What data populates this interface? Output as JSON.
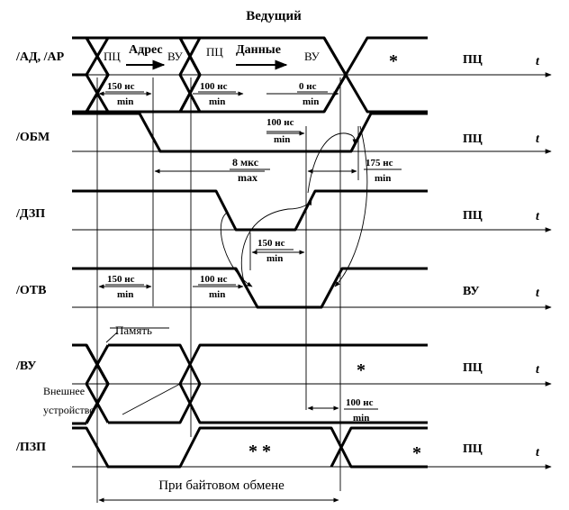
{
  "title": "Ведущий",
  "signals": {
    "ad": {
      "label": "/АД, /АР",
      "right": "ПЦ",
      "t": "t"
    },
    "obm": {
      "label": "/ОБМ",
      "right": "ПЦ",
      "t": "t"
    },
    "dzp": {
      "label": "/ДЗП",
      "right": "ПЦ",
      "t": "t"
    },
    "otv": {
      "label": "/ОТВ",
      "right": "ВУ",
      "t": "t"
    },
    "vu": {
      "label": "/ВУ",
      "right": "ПЦ",
      "t": "t"
    },
    "pzp": {
      "label": "/ПЗП",
      "right": "ПЦ",
      "t": "t"
    }
  },
  "ad_bus": {
    "pc1": "ПЦ",
    "adres": "Адрес",
    "vu1": "ВУ",
    "pc2": "ПЦ",
    "dannye": "Данные",
    "vu2": "ВУ",
    "star": "*"
  },
  "timings": {
    "t150a": {
      "v": "150 нс",
      "m": "min"
    },
    "t100a": {
      "v": "100 нс",
      "m": "min"
    },
    "t0": {
      "v": "0 нс",
      "m": "min"
    },
    "t100b": {
      "v": "100 нс",
      "m": "min"
    },
    "t8": {
      "v": "8 мкс",
      "m": "max"
    },
    "t175": {
      "v": "175 нс",
      "m": "min"
    },
    "t150b": {
      "v": "150 нс",
      "m": "min"
    },
    "t150c": {
      "v": "150 нс",
      "m": "min"
    },
    "t100c": {
      "v": "100 нс",
      "m": "min"
    },
    "t100d": {
      "v": "100 нс",
      "m": "min"
    }
  },
  "annotations": {
    "pamyat": "Память",
    "vneshnee": "Внешнее",
    "ustroistvo": "устройство",
    "star_vu": "*",
    "stars_pzp": "* *",
    "star_pzp": "*",
    "byte_exchange": "При байтовом обмене"
  }
}
